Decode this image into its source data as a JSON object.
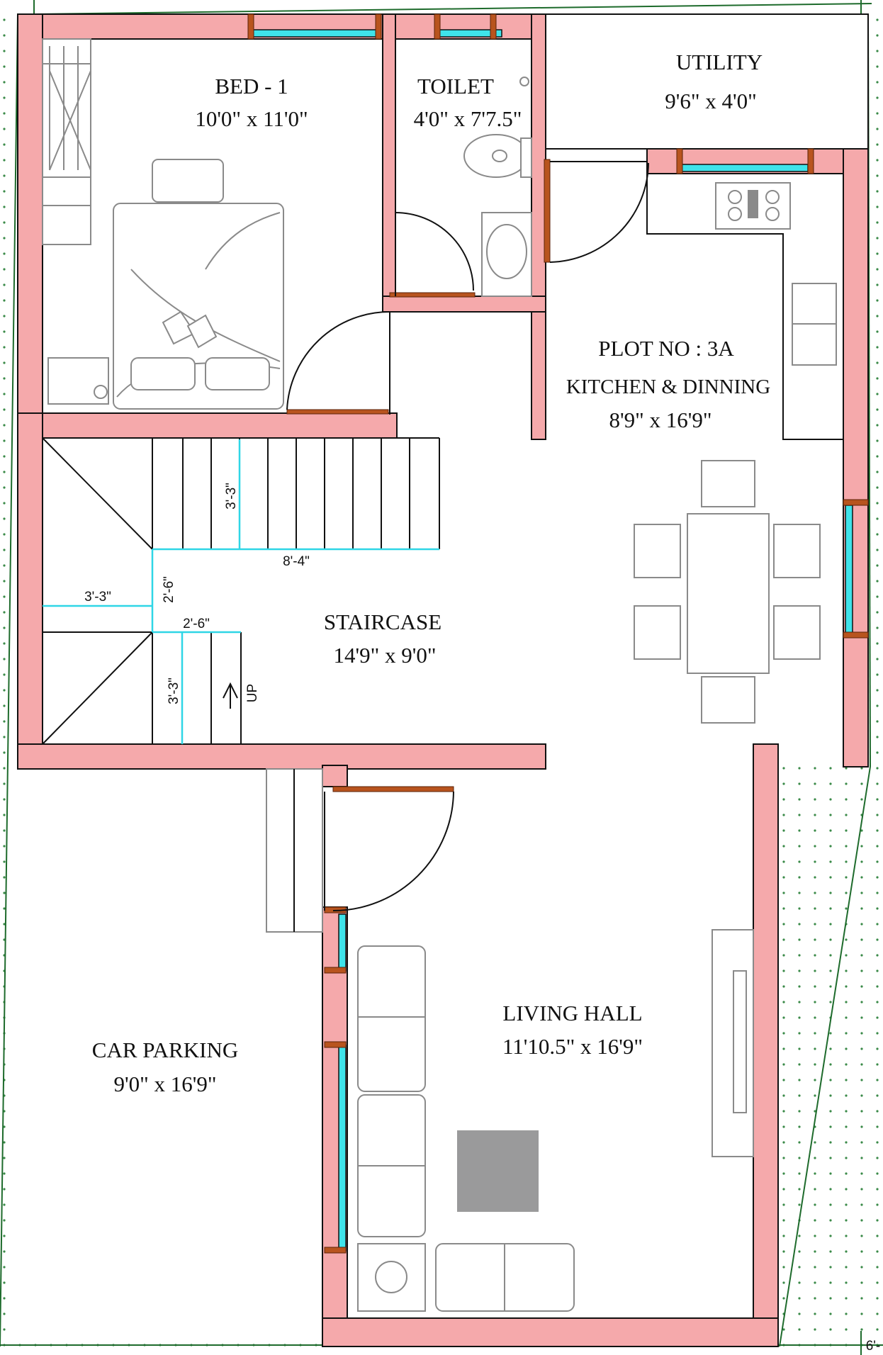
{
  "plan": {
    "rooms": {
      "bed1": {
        "name": "BED - 1",
        "size": "10'0\" x 11'0\""
      },
      "toilet": {
        "name": "TOILET",
        "size": "4'0\" x 7'7.5\""
      },
      "utility": {
        "name": "UTILITY",
        "size": "9'6\" x 4'0\""
      },
      "kitchen": {
        "plot": "PLOT NO : 3A",
        "name": "KITCHEN & DINNING",
        "size": "8'9\" x 16'9\""
      },
      "staircase": {
        "name": "STAIRCASE",
        "size": "14'9\"  x  9'0\""
      },
      "living": {
        "name": "LIVING HALL",
        "size": "11'10.5\" x 16'9\""
      },
      "parking": {
        "name": "CAR PARKING",
        "size": "9'0\"  x  16'9\""
      }
    },
    "dimensions": {
      "flight_top_height": "3'-3\"",
      "flight_top_length": "8'-4\"",
      "landing_width": "3'-3\"",
      "landing_depth": "2'-6\"",
      "lower_step_width": "2'-6\"",
      "lower_flight_height": "3'-3\"",
      "edge_marker": "6'-"
    },
    "up_label": "UP",
    "colors": {
      "wall": "#f5a9ab",
      "window": "#3fe3ea",
      "door": "#b8541e",
      "dimension_line": "#2fd6e6",
      "site_line": "#1e6b2c"
    }
  }
}
